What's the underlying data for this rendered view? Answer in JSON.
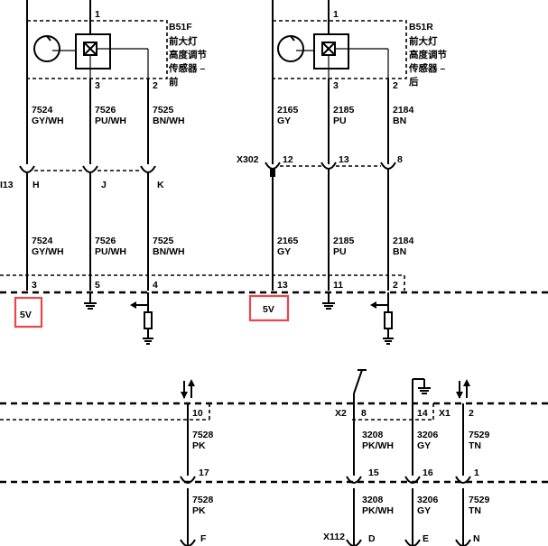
{
  "sensor_front": {
    "id": "B51F",
    "name_line1": "前大灯",
    "name_line2": "高度调节",
    "name_line3": "传感器 –",
    "name_line4": "前",
    "pin1": "1",
    "pin3": "3",
    "pin2": "2"
  },
  "sensor_rear": {
    "id": "B51R",
    "name_line1": "前大灯",
    "name_line2": "高度调节",
    "name_line3": "传感器 –",
    "name_line4": "后",
    "pin1": "1",
    "pin3": "3",
    "pin2": "2"
  },
  "front_circuits": [
    {
      "num": "7524",
      "color": "GY/WH"
    },
    {
      "num": "7526",
      "color": "PU/WH"
    },
    {
      "num": "7525",
      "color": "BN/WH"
    }
  ],
  "rear_circuits": [
    {
      "num": "2165",
      "color": "GY"
    },
    {
      "num": "2185",
      "color": "PU"
    },
    {
      "num": "2184",
      "color": "BN"
    }
  ],
  "connector_front": {
    "id": "I13",
    "pins": [
      "H",
      "J",
      "K"
    ]
  },
  "connector_rear": {
    "id": "X302",
    "pins": [
      "12",
      "13",
      "8"
    ]
  },
  "module_pins_left": [
    "3",
    "5",
    "4"
  ],
  "module_pins_right": [
    "13",
    "11",
    "2"
  ],
  "voltage_left": "5V",
  "voltage_right": "5V",
  "lower": {
    "pin_10": "10",
    "x2_id": "X2",
    "pin_8": "8",
    "pin_14": "14",
    "x1_id": "X1",
    "pin_2": "2",
    "circuits_top": [
      {
        "num": "7528",
        "color": "PK"
      },
      {
        "num": "3208",
        "color": "PK/WH"
      },
      {
        "num": "3206",
        "color": "GY"
      },
      {
        "num": "7529",
        "color": "TN"
      }
    ],
    "mid_pins": [
      "17",
      "15",
      "16",
      "1"
    ],
    "circuits_bottom": [
      {
        "num": "7528",
        "color": "PK"
      },
      {
        "num": "3208",
        "color": "PK/WH"
      },
      {
        "num": "3206",
        "color": "GY"
      },
      {
        "num": "7529",
        "color": "TN"
      }
    ],
    "bottom_connector_id": "X112",
    "bottom_pins": [
      "F",
      "D",
      "E",
      "N"
    ]
  },
  "colors": {
    "highlight": "#e8474c",
    "line": "#000000"
  }
}
